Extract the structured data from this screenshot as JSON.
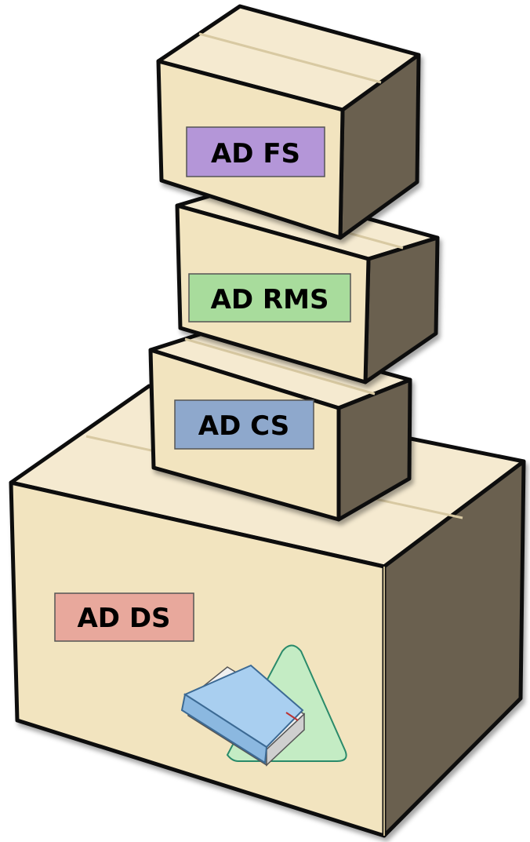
{
  "boxes": [
    {
      "id": "ad-ds",
      "label": "AD DS",
      "label_color": "#e8a89c"
    },
    {
      "id": "ad-cs",
      "label": "AD CS",
      "label_color": "#8ea8cc"
    },
    {
      "id": "ad-rms",
      "label": "AD RMS",
      "label_color": "#a8dc9c"
    },
    {
      "id": "ad-fs",
      "label": "AD FS",
      "label_color": "#b496d8"
    }
  ],
  "colors": {
    "box_front": "#f2e4bf",
    "box_top": "#f5ead0",
    "box_side": "#6a6150",
    "outline": "#111111",
    "triangle": "#c4ecc4",
    "book_cover": "#a9cff0"
  },
  "icons": [
    "directory-book-icon",
    "triangle-badge-icon"
  ]
}
